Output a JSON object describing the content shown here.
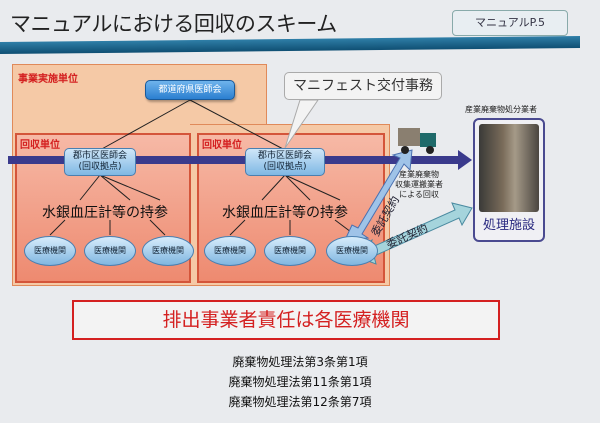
{
  "header": {
    "title": "マニュアルにおける回収のスキーム",
    "page_ref": "マニュアルP.5"
  },
  "diagram": {
    "business_unit_label": "事業実施単位",
    "prefecture_association": "都道府県医師会",
    "manifest_callout": "マニフェスト交付事務",
    "collection_units": [
      {
        "label": "回収単位",
        "association": "郡市区医師会",
        "association_sub": "(回収拠点)",
        "carry": "水銀血圧計等の持参",
        "institutions": [
          "医療機関",
          "医療機関",
          "医療機関"
        ]
      },
      {
        "label": "回収単位",
        "association": "郡市区医師会",
        "association_sub": "(回収拠点)",
        "carry": "水銀血圧計等の持参",
        "institutions": [
          "医療機関",
          "医療機関",
          "医療機関"
        ]
      }
    ],
    "transporter": [
      "産業廃棄物",
      "収集運搬業者",
      "による回収"
    ],
    "contract_arrows": [
      "委託契約",
      "委託契約"
    ],
    "disposer_label": "産業廃棄物処分業者",
    "facility_label": "処理施設"
  },
  "responsibility": "排出事業者責任は各医療機関",
  "laws": [
    "廃棄物処理法第3条第1項",
    "廃棄物処理法第11条第1項",
    "廃棄物処理法第12条第7項"
  ]
}
